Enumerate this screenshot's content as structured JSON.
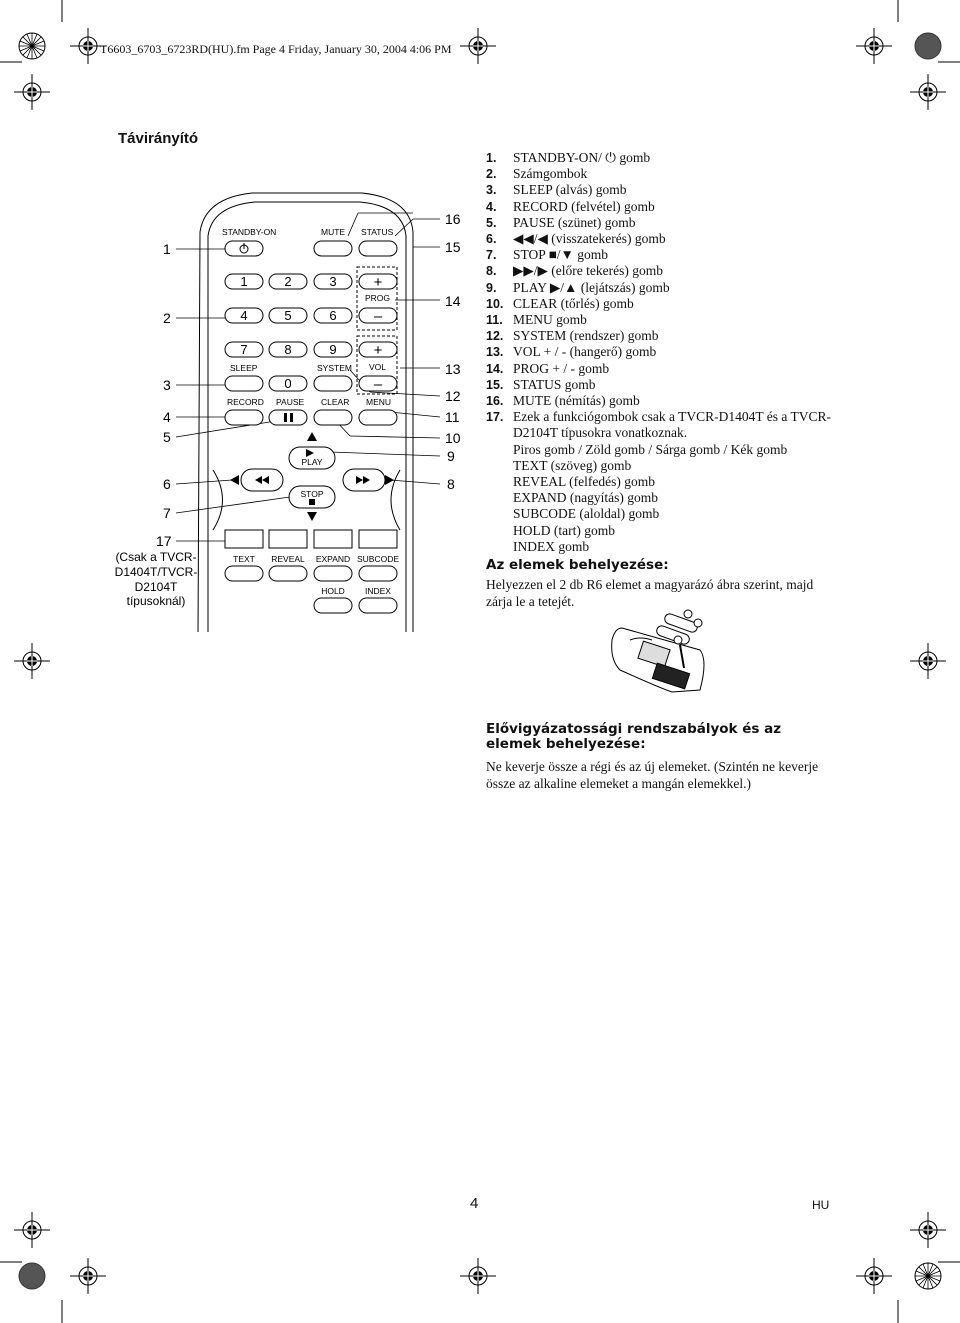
{
  "header": {
    "file_info": "T6603_6703_6723RD(HU).fm  Page 4  Friday, January 30, 2004  4:06 PM"
  },
  "section_title": "Távirányító",
  "remote": {
    "left_callouts": [
      "1",
      "2",
      "3",
      "4",
      "5",
      "6",
      "7",
      "17"
    ],
    "left_note": [
      "(Csak a TVCR-",
      "D1404T/TVCR-",
      "D2104T",
      "típusoknál)"
    ],
    "right_callouts": [
      "16",
      "15",
      "14",
      "13",
      "12",
      "11",
      "10",
      "9",
      "8"
    ],
    "labels": {
      "standby": "STANDBY-ON",
      "mute": "MUTE",
      "status": "STATUS",
      "prog": "PROG",
      "sleep": "SLEEP",
      "system": "SYSTEM",
      "vol": "VOL",
      "record": "RECORD",
      "pause": "PAUSE",
      "clear": "CLEAR",
      "menu": "MENU",
      "play": "PLAY",
      "stop": "STOP",
      "text": "TEXT",
      "reveal": "REVEAL",
      "expand": "EXPAND",
      "subcode": "SUBCODE",
      "hold": "HOLD",
      "index": "INDEX"
    },
    "digits": [
      "1",
      "2",
      "3",
      "4",
      "5",
      "6",
      "7",
      "8",
      "9",
      "0"
    ],
    "plus": "+",
    "minus": "–"
  },
  "button_list": [
    {
      "num": "1.",
      "text": "STANDBY-ON/ ⏻ gomb"
    },
    {
      "num": "2.",
      "text": "Számgombok"
    },
    {
      "num": "3.",
      "text": "SLEEP (alvás) gomb"
    },
    {
      "num": "4.",
      "text": "RECORD (felvétel) gomb"
    },
    {
      "num": "5.",
      "text": "PAUSE (szünet) gomb"
    },
    {
      "num": "6.",
      "text": "◀◀/◀ (visszatekerés) gomb"
    },
    {
      "num": "7.",
      "text": "STOP ■/▼ gomb"
    },
    {
      "num": "8.",
      "text": "▶▶/▶ (előre tekerés) gomb"
    },
    {
      "num": "9.",
      "text": "PLAY ▶/▲ (lejátszás) gomb"
    },
    {
      "num": "10.",
      "text": "CLEAR (tőrlés) gomb"
    },
    {
      "num": "11.",
      "text": "MENU gomb"
    },
    {
      "num": "12.",
      "text": "SYSTEM (rendszer) gomb"
    },
    {
      "num": "13.",
      "text": "VOL + / - (hangerő) gomb"
    },
    {
      "num": "14.",
      "text": "PROG + / - gomb"
    },
    {
      "num": "15.",
      "text": "STATUS gomb"
    },
    {
      "num": "16.",
      "text": "MUTE (némítás) gomb"
    },
    {
      "num": "17.",
      "text": "Ezek a funkciógombok csak a TVCR-D1404T és a TVCR-D2104T típusokra vonatkoznak."
    }
  ],
  "sub_list": [
    "Piros gomb / Zöld gomb / Sárga gomb / Kék gomb",
    "TEXT (szöveg) gomb",
    "REVEAL (felfedés) gomb",
    "EXPAND (nagyítás) gomb",
    "SUBCODE (aloldal) gomb",
    "HOLD (tart) gomb",
    "INDEX gomb"
  ],
  "battery_section": {
    "heading": "Az elemek behelyezése:",
    "text": "Helyezzen el 2 db R6 elemet a magyarázó ábra szerint, majd zárja le a tetejét."
  },
  "safety_section": {
    "heading_line1": "Elővigyázatossági rendszabályok és az",
    "heading_line2": "elemek behelyezése:",
    "text": "Ne keverje össze a régi és az új elemeket. (Szintén ne keverje össze az alkaline elemeket a mangán elemekkel.)"
  },
  "footer": {
    "page_number": "4",
    "language": "HU"
  }
}
